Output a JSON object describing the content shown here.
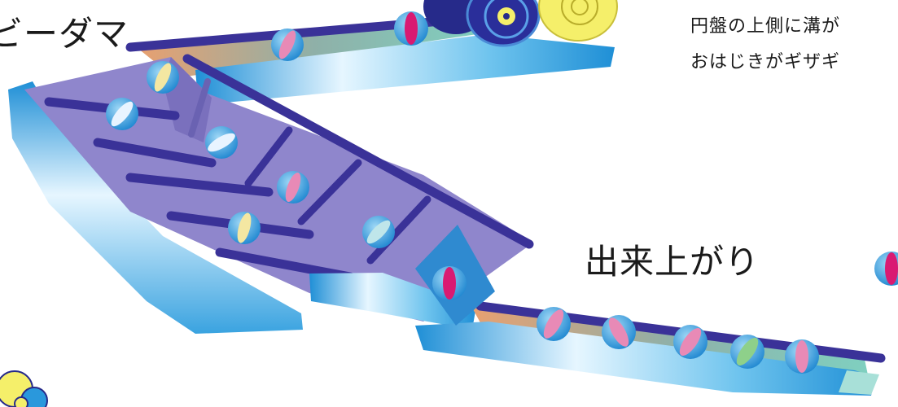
{
  "labels": {
    "marbles": "ビーダマ",
    "finished": "出来上がり"
  },
  "caption": {
    "line1": "円盤の上側に溝が",
    "line2": "おはじきがギザギ"
  },
  "colors": {
    "tray": "#8f86cc",
    "rail": "#3a3298",
    "chute_light": "#e6f6ff",
    "chute_mid": "#6fc4ee",
    "chute_dark": "#1f8fd6",
    "marble_blue": "#2a98dc",
    "marble_pink": "#e88ab6",
    "marble_yellow": "#f4e7a2",
    "marble_green": "#8ed08a",
    "marble_teal": "#bfe6ea",
    "marble_magenta": "#d91a72",
    "disc_yellow": "#f5ef6a",
    "disc_navy": "#262a8a"
  },
  "illustration": {
    "name": "marble-production-line"
  }
}
